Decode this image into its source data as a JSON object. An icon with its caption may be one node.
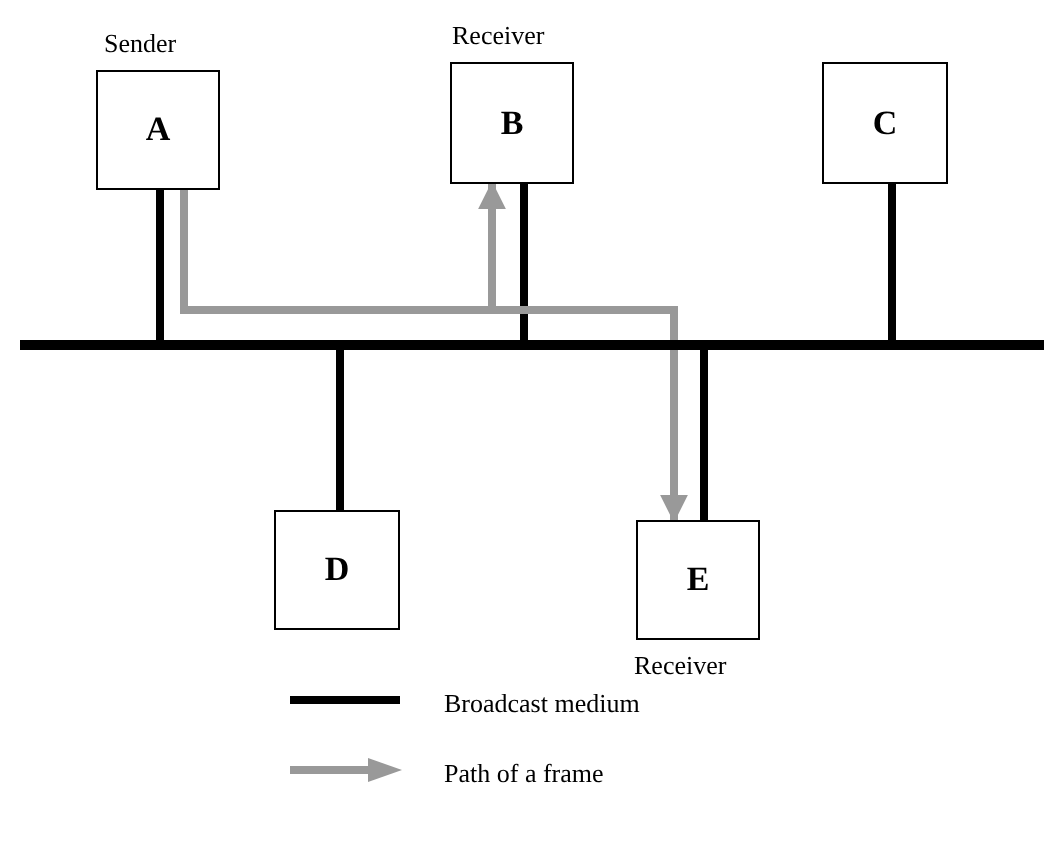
{
  "diagram": {
    "nodes": [
      {
        "text": [
          "A"
        ],
        "beside": [
          "Sender"
        ]
      },
      {
        "text": [
          "B"
        ],
        "beside": [
          "Receiver"
        ]
      },
      {
        "text": [
          "C"
        ]
      },
      {
        "text": [
          "D"
        ]
      },
      {
        "text": [
          "E"
        ],
        "beside": [
          "Receiver"
        ]
      },
      {
        "text": [],
        "shape": "bar"
      }
    ],
    "edges": [
      {
        "from": 0,
        "to": 5,
        "arrow": "none"
      },
      {
        "from": 1,
        "to": 5,
        "arrow": "none"
      },
      {
        "from": 2,
        "to": 5,
        "arrow": "none"
      },
      {
        "from": 5,
        "to": 3,
        "arrow": "none"
      },
      {
        "from": 5,
        "to": 4,
        "arrow": "none"
      },
      {
        "from": 0,
        "to": 1,
        "arrow": "to",
        "color": "#999999"
      },
      {
        "from": 0,
        "to": 4,
        "arrow": "to",
        "color": "#999999"
      }
    ],
    "legend": [
      {
        "text": "Broadcast medium"
      },
      {
        "text": "Path of a frame"
      }
    ]
  }
}
